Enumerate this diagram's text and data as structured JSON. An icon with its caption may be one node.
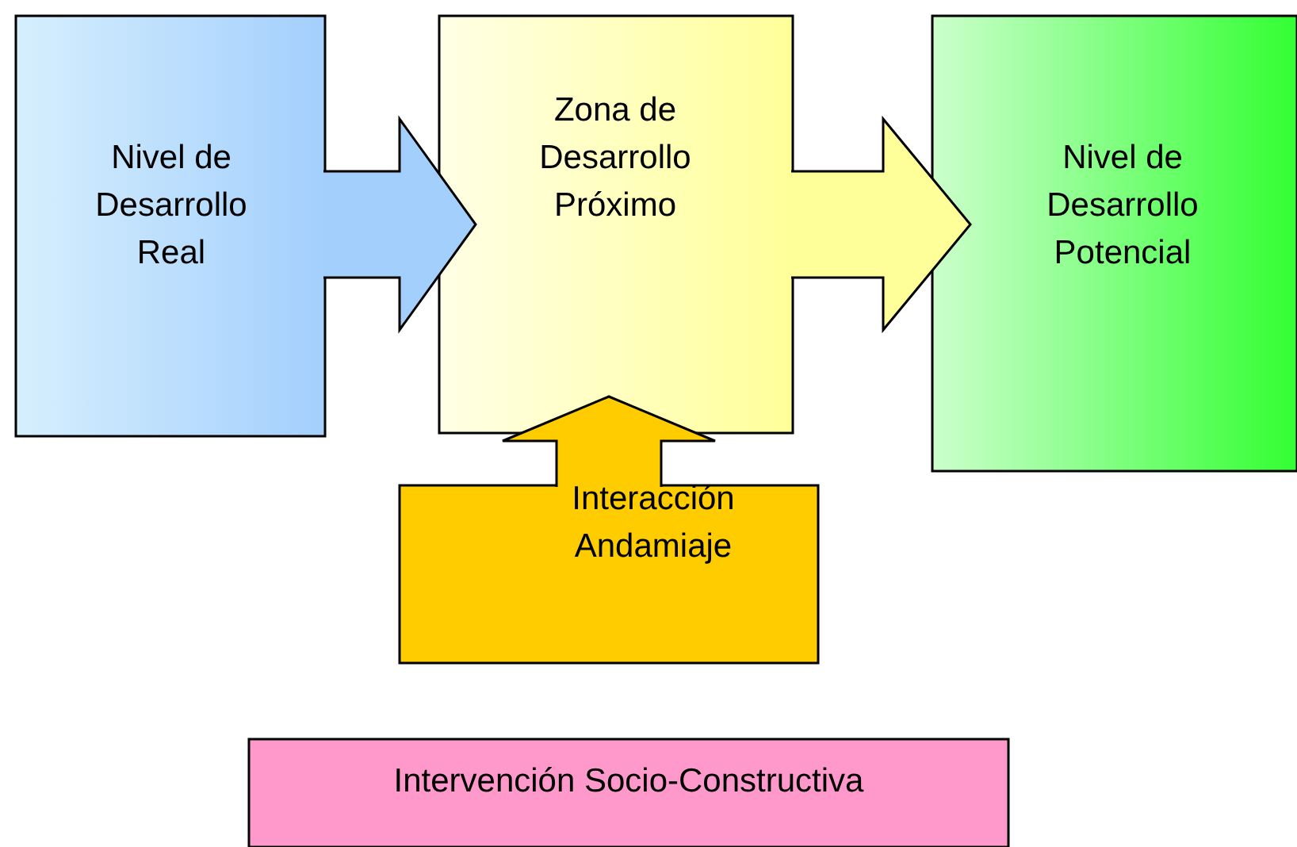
{
  "diagram": {
    "nodes": [
      {
        "text": [
          "Nivel de Desarrollo Real"
        ]
      },
      {
        "text": [
          "Zona de Desarrollo Próximo"
        ]
      },
      {
        "text": [
          "Nivel de Desarrollo Potencial"
        ]
      },
      {
        "text": [
          "Interacción Andamiaje"
        ]
      },
      {
        "text": [
          "Intervención Socio-Constructiva"
        ]
      }
    ],
    "edges": [
      {
        "from": 0,
        "to": 1,
        "arrow": "to",
        "style": "thick",
        "color": "#a3cffd"
      },
      {
        "from": 1,
        "to": 2,
        "arrow": "to",
        "style": "thick",
        "color": "#ffff99"
      },
      {
        "from": 3,
        "to": 1,
        "arrow": "to",
        "style": "thick",
        "color": "#ffcc00"
      }
    ]
  }
}
